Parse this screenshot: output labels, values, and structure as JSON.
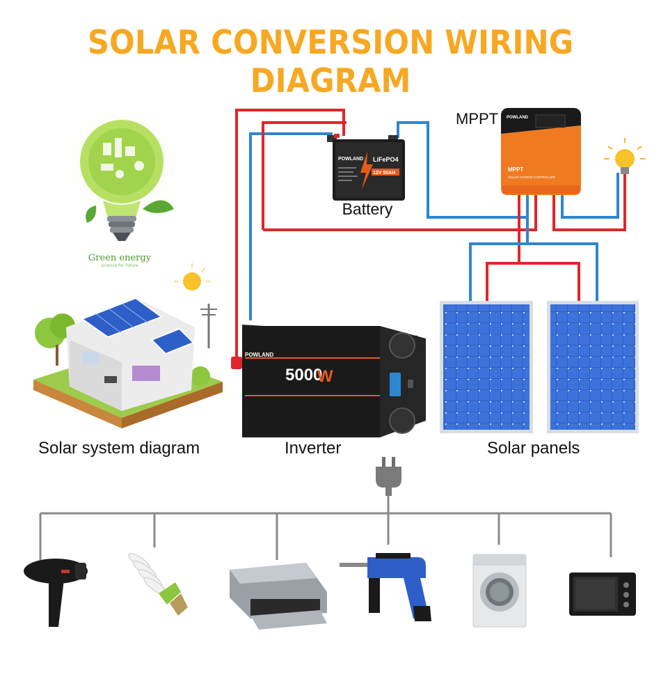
{
  "title": "SOLAR CONVERSION WIRING DIAGRAM",
  "colors": {
    "title": "#F7A823",
    "wire_red": "#E0262B",
    "wire_blue": "#2E86D1",
    "wire_gray": "#8A8A8A",
    "inverter_accent": "#E65A1A",
    "controller_orange": "#F07A22",
    "panel_blue": "#2E5FC8"
  },
  "labels": {
    "mppt": "MPPT",
    "battery": "Battery",
    "solar_system": "Solar system diagram",
    "inverter": "Inverter",
    "solar_panels": "Solar panels",
    "green_energy": "Green energy",
    "green_energy_sub": "science for future"
  },
  "battery": {
    "brand": "POWLAND",
    "chem": "LiFePO4",
    "spec": "12V 50AH"
  },
  "controller": {
    "brand": "POWLAND",
    "name": "MPPT",
    "sub": "SOLAR CHARGE CONTROLLER"
  },
  "inverter": {
    "brand": "POWLAND",
    "power": "5000",
    "unit": "W"
  },
  "loads": [
    {
      "name": "hair-dryer-icon"
    },
    {
      "name": "cfl-bulb-icon"
    },
    {
      "name": "printer-icon"
    },
    {
      "name": "power-drill-icon"
    },
    {
      "name": "washing-machine-icon"
    },
    {
      "name": "microwave-icon"
    }
  ]
}
